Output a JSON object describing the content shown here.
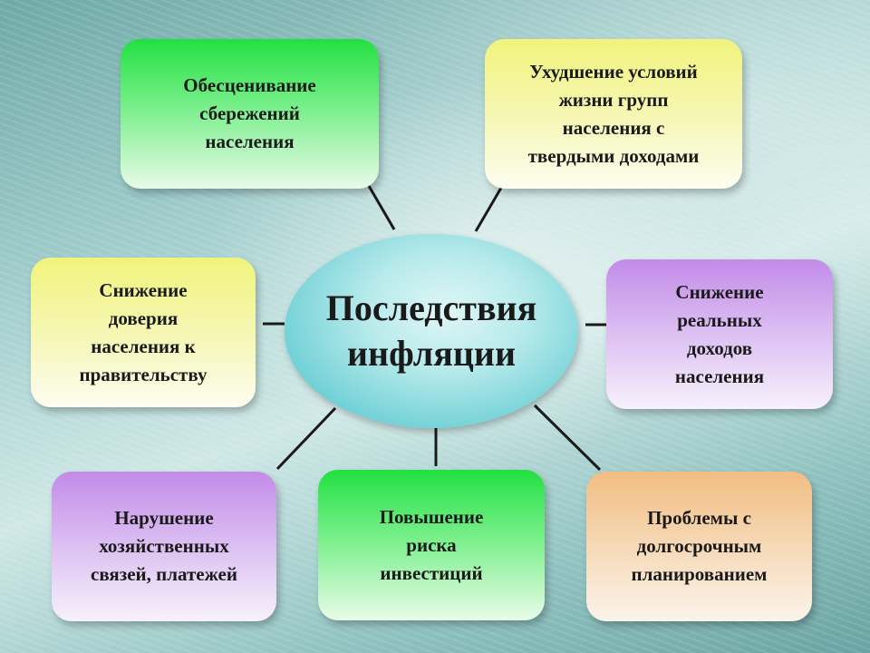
{
  "center": {
    "line1": "Последствия",
    "line2": "инфляции"
  },
  "boxes": {
    "top_left": [
      "Обесценивание",
      "сбережений",
      "населения"
    ],
    "top_right": [
      "Ухудшение условий",
      "жизни групп",
      "населения с",
      "твердыми доходами"
    ],
    "mid_left": [
      "Снижение",
      "доверия",
      "населения к",
      "правительству"
    ],
    "mid_right": [
      "Снижение",
      "реальных",
      "доходов",
      "населения"
    ],
    "bottom_left": [
      "Нарушение",
      "хозяйственных",
      "связей, платежей"
    ],
    "bottom_center": [
      "Повышение",
      "риска",
      "инвестиций"
    ],
    "bottom_right": [
      "Проблемы с",
      "долгосрочным",
      "планированием"
    ]
  },
  "colors": {
    "green": "#22e042",
    "yellow": "#f1f37c",
    "purple": "#c38be8",
    "peach": "#f1bd82",
    "center": "#6fd0d6"
  }
}
